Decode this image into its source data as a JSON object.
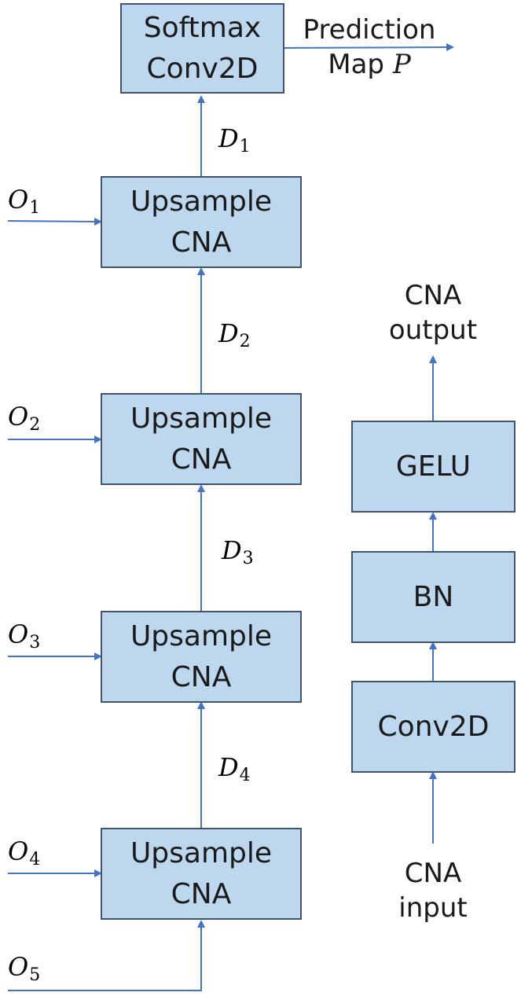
{
  "colors": {
    "box_fill": "#bdd7ee",
    "box_border": "#41546b",
    "arrow": "#4472c4",
    "text": "#1a1a1a"
  },
  "head": {
    "line1": "Softmax",
    "line2": "Conv2D",
    "output_line1": "Prediction",
    "output_line2": "Map",
    "output_symbol": "P"
  },
  "decoder_blocks": [
    {
      "line1": "Upsample",
      "line2": "CNA"
    },
    {
      "line1": "Upsample",
      "line2": "CNA"
    },
    {
      "line1": "Upsample",
      "line2": "CNA"
    },
    {
      "line1": "Upsample",
      "line2": "CNA"
    }
  ],
  "d_labels": [
    {
      "sym": "D",
      "sub": "1"
    },
    {
      "sym": "D",
      "sub": "2"
    },
    {
      "sym": "D",
      "sub": "3"
    },
    {
      "sym": "D",
      "sub": "4"
    }
  ],
  "o_labels": [
    {
      "sym": "O",
      "sub": "1"
    },
    {
      "sym": "O",
      "sub": "2"
    },
    {
      "sym": "O",
      "sub": "3"
    },
    {
      "sym": "O",
      "sub": "4"
    },
    {
      "sym": "O",
      "sub": "5"
    }
  ],
  "cna_detail": {
    "output_line1": "CNA",
    "output_line2": "output",
    "gelu": "GELU",
    "bn": "BN",
    "conv": "Conv2D",
    "input_line1": "CNA",
    "input_line2": "input"
  }
}
